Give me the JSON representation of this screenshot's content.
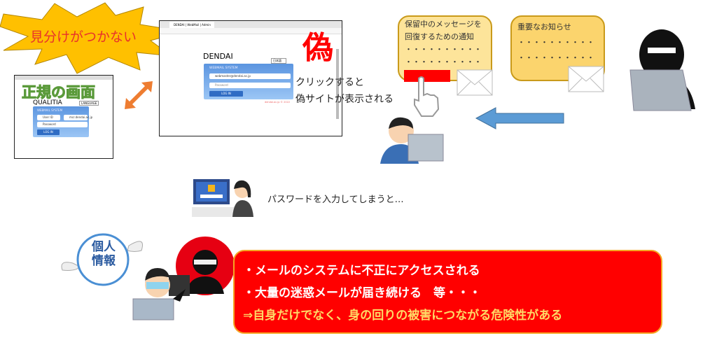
{
  "burst": {
    "text": "見分けがつかない"
  },
  "legit": {
    "label": "正規の画面",
    "brand": "QUALITIA",
    "language": "LANGUAGE",
    "system": "WEBMAIL SYSTEM",
    "user_placeholder": "User ID",
    "domain": "mcr.dendai.ac.jp",
    "password_placeholder": "Password",
    "login": "LOG IN"
  },
  "fake": {
    "label": "偽",
    "tab": "DENDAI | WebMail | Admin",
    "brand": "DENDAI",
    "language": "日本語",
    "system": "WEBMAIL SYSTEM",
    "user_value": "webmaster@dendai.ac.jp",
    "password_placeholder": "Password",
    "login": "LOG IN",
    "footer": "dendai.ac.jp © 2022"
  },
  "click_note": [
    "クリックすると",
    "偽サイトが表示される"
  ],
  "emails": [
    {
      "lines": [
        "保留中のメッセージを",
        "回復するための通知",
        "・・・・・・・・・・",
        "・・・・・・・・・・"
      ]
    },
    {
      "lines": [
        "重要なお知らせ",
        "・・・・・・・・・・",
        "・・・・・・・・・・"
      ]
    }
  ],
  "password_note": "パスワードを入力してしまうと…",
  "personal_info": "個人情報",
  "consequences": [
    "・メールのシステムに不正にアクセスされる",
    "・大量の迷惑メールが届き続ける　等・・・",
    "⇒自身だけでなく、身の回りの被害につながる危険性がある"
  ],
  "colors": {
    "alert": "#ff0000",
    "highlight": "#ffd966",
    "card1": "#fde49a",
    "card2": "#fbd46d"
  }
}
